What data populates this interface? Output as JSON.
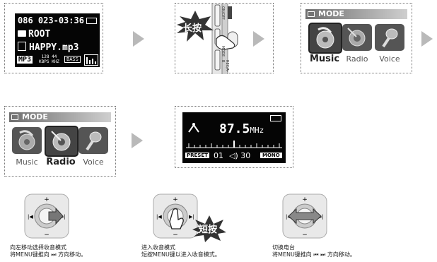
{
  "screen_music": {
    "track": "086",
    "time": "023-03:36",
    "folder": "ROOT",
    "file": "HAPPY.mp3",
    "format": "MP3",
    "kbps": "128",
    "khz": "44",
    "kbps_unit": "KBPS",
    "khz_unit": "KHZ",
    "bass": "BASS"
  },
  "device_callout": "长按",
  "device_labels": [
    "ON/OFF",
    "MODE",
    "REC/A-B"
  ],
  "mode_screen_1": {
    "title": "MODE",
    "items": [
      "Music",
      "Radio",
      "Voice"
    ],
    "selected": "Music"
  },
  "mode_screen_2": {
    "title": "MODE",
    "items": [
      "Music",
      "Radio",
      "Voice"
    ],
    "selected": "Radio"
  },
  "radio_screen": {
    "frequency": "87.5",
    "unit": "MHz",
    "preset_label": "PRESET",
    "preset": "01",
    "volume": "30",
    "audio": "MONO"
  },
  "joystick_callout": "短按",
  "captions": [
    {
      "line1": "向左移动选择收音模式",
      "line2": "将MENU键推向 ⏭ 方向移动。"
    },
    {
      "line1": "进入收音模式",
      "line2": "短按MENU键以进入收音模式。"
    },
    {
      "line1": "切换电台",
      "line2": "将MENU键推向 ⏮ ⏭ 方向移动。"
    }
  ]
}
